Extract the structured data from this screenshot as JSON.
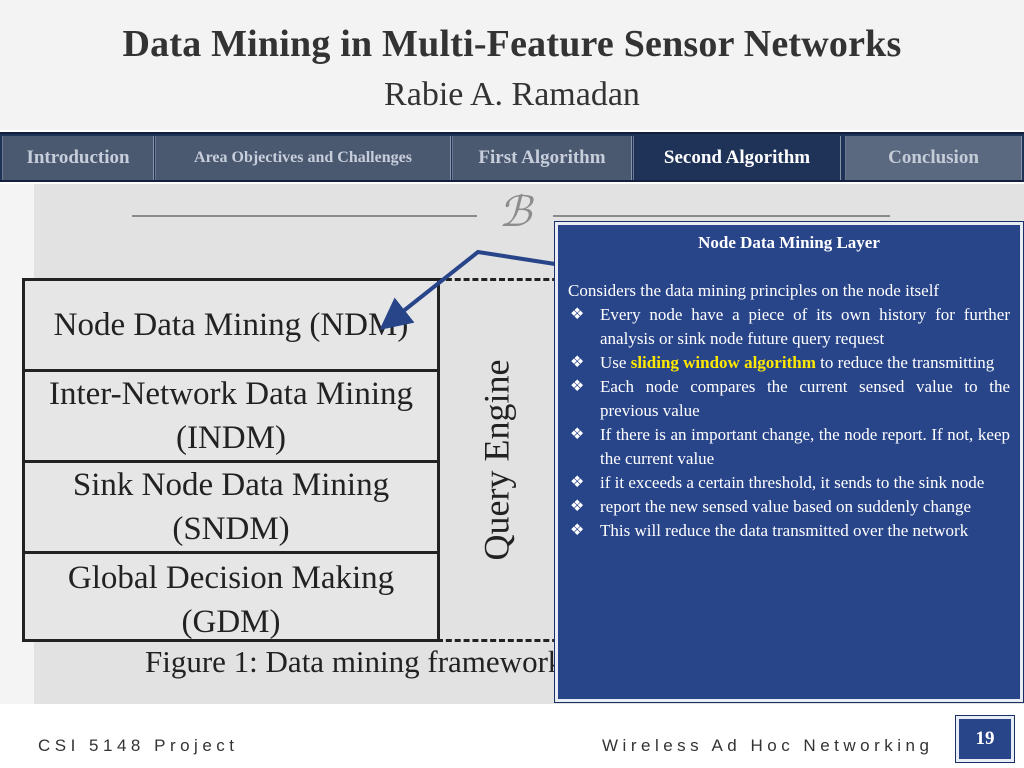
{
  "header": {
    "title": "Data Mining in Multi-Feature Sensor Networks",
    "subtitle": "Rabie A. Ramadan"
  },
  "nav": {
    "tabs": [
      {
        "label": "Introduction"
      },
      {
        "label": "Area Objectives and Challenges"
      },
      {
        "label": "First Algorithm"
      },
      {
        "label": "Second Algorithm"
      },
      {
        "label": "Conclusion"
      }
    ],
    "active": "Second Algorithm"
  },
  "figure": {
    "rows": [
      "Node Data Mining (NDM)",
      "Inter-Network Data Mining (INDM)",
      "Sink Node Data Mining (SNDM)",
      "Global Decision Making (GDM)"
    ],
    "engine_label": "Query Engine",
    "caption": "Figure 1: Data mining framework"
  },
  "callout": {
    "title": "Node Data Mining Layer",
    "intro": "Considers the data mining principles on the node itself",
    "bullet_icon": "diamond-bullet-icon",
    "bullets": [
      "Every node have a piece of its own history for further analysis or sink node future query request",
      "to reduce the transmitting",
      "Each node compares the current sensed value to the previous value",
      "If there is an important change, the node report. If not, keep the current value",
      "if it exceeds a certain threshold, it sends to the sink node",
      "report the new sensed value based on suddenly change",
      "This will reduce the data transmitted over the network"
    ],
    "bullet2_prefix": "Use",
    "bullet2_highlight": "sliding window algorithm"
  },
  "footer": {
    "left": "CSI 5148 Project",
    "right": "Wireless Ad Hoc Networking",
    "page": "19"
  },
  "colors": {
    "nav_bg": "#1f3358",
    "tab_inactive": "#4a5870",
    "callout_bg": "#29458a",
    "highlight": "#ffe800"
  },
  "ornament_icon": "swirl-ornament-icon"
}
